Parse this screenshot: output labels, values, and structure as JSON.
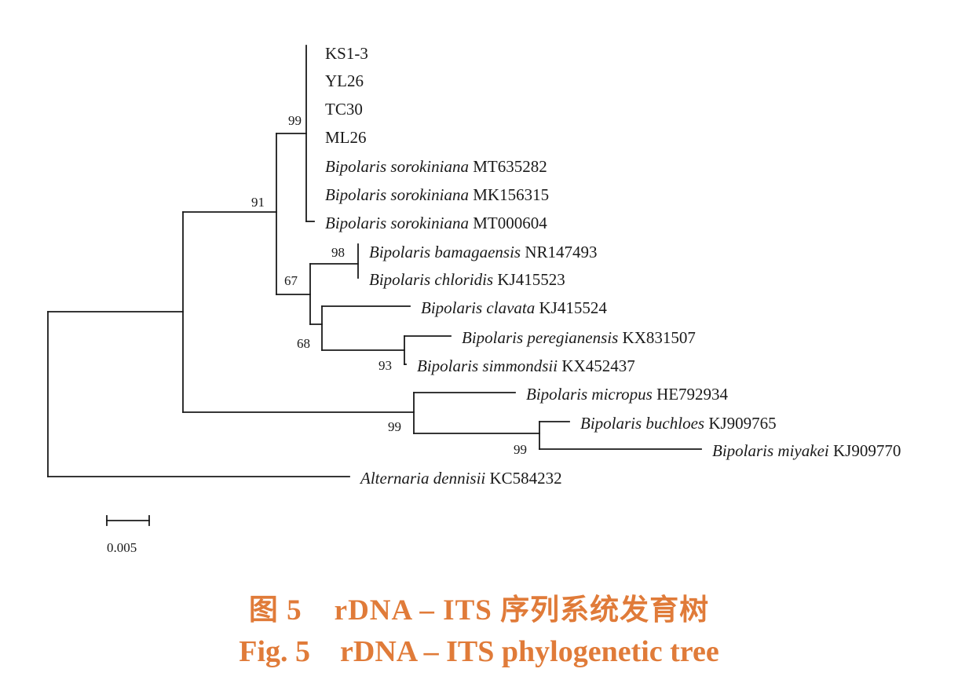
{
  "tree": {
    "taxa": [
      {
        "id": "ks13",
        "species": "",
        "accession": "KS1-3"
      },
      {
        "id": "yl26",
        "species": "",
        "accession": "YL26"
      },
      {
        "id": "tc30",
        "species": "",
        "accession": "TC30"
      },
      {
        "id": "ml26",
        "species": "",
        "accession": "ML26"
      },
      {
        "id": "bsor1",
        "species": "Bipolaris sorokiniana",
        "accession": "MT635282"
      },
      {
        "id": "bsor2",
        "species": "Bipolaris sorokiniana",
        "accession": "MK156315"
      },
      {
        "id": "bsor3",
        "species": "Bipolaris sorokiniana",
        "accession": "MT000604"
      },
      {
        "id": "bbam",
        "species": "Bipolaris bamagaensis",
        "accession": "NR147493"
      },
      {
        "id": "bchl",
        "species": "Bipolaris chloridis",
        "accession": "KJ415523"
      },
      {
        "id": "bcla",
        "species": "Bipolaris clavata",
        "accession": "KJ415524"
      },
      {
        "id": "bper",
        "species": "Bipolaris peregianensis",
        "accession": "KX831507"
      },
      {
        "id": "bsim",
        "species": "Bipolaris simmondsii",
        "accession": "KX452437"
      },
      {
        "id": "bmic",
        "species": "Bipolaris micropus",
        "accession": "HE792934"
      },
      {
        "id": "bbuc",
        "species": "Bipolaris buchloes",
        "accession": "KJ909765"
      },
      {
        "id": "bmiy",
        "species": "Bipolaris miyakei",
        "accession": "KJ909770"
      },
      {
        "id": "aden",
        "species": "Alternaria dennisii",
        "accession": "KC584232"
      }
    ],
    "bootstrap": {
      "sorokiniana_clade": "99",
      "core_clade": "91",
      "bamagaensis_chloridis": "98",
      "clade_67": "67",
      "clade_68": "68",
      "peregianensis_simmondsii": "93",
      "micropus_clade": "99",
      "buchloes_miyakei": "99"
    },
    "scale_bar": "0.005"
  },
  "caption": {
    "zh": "图 5    rDNA – ITS 序列系统发育树",
    "en": "Fig. 5    rDNA – ITS phylogenetic tree"
  }
}
